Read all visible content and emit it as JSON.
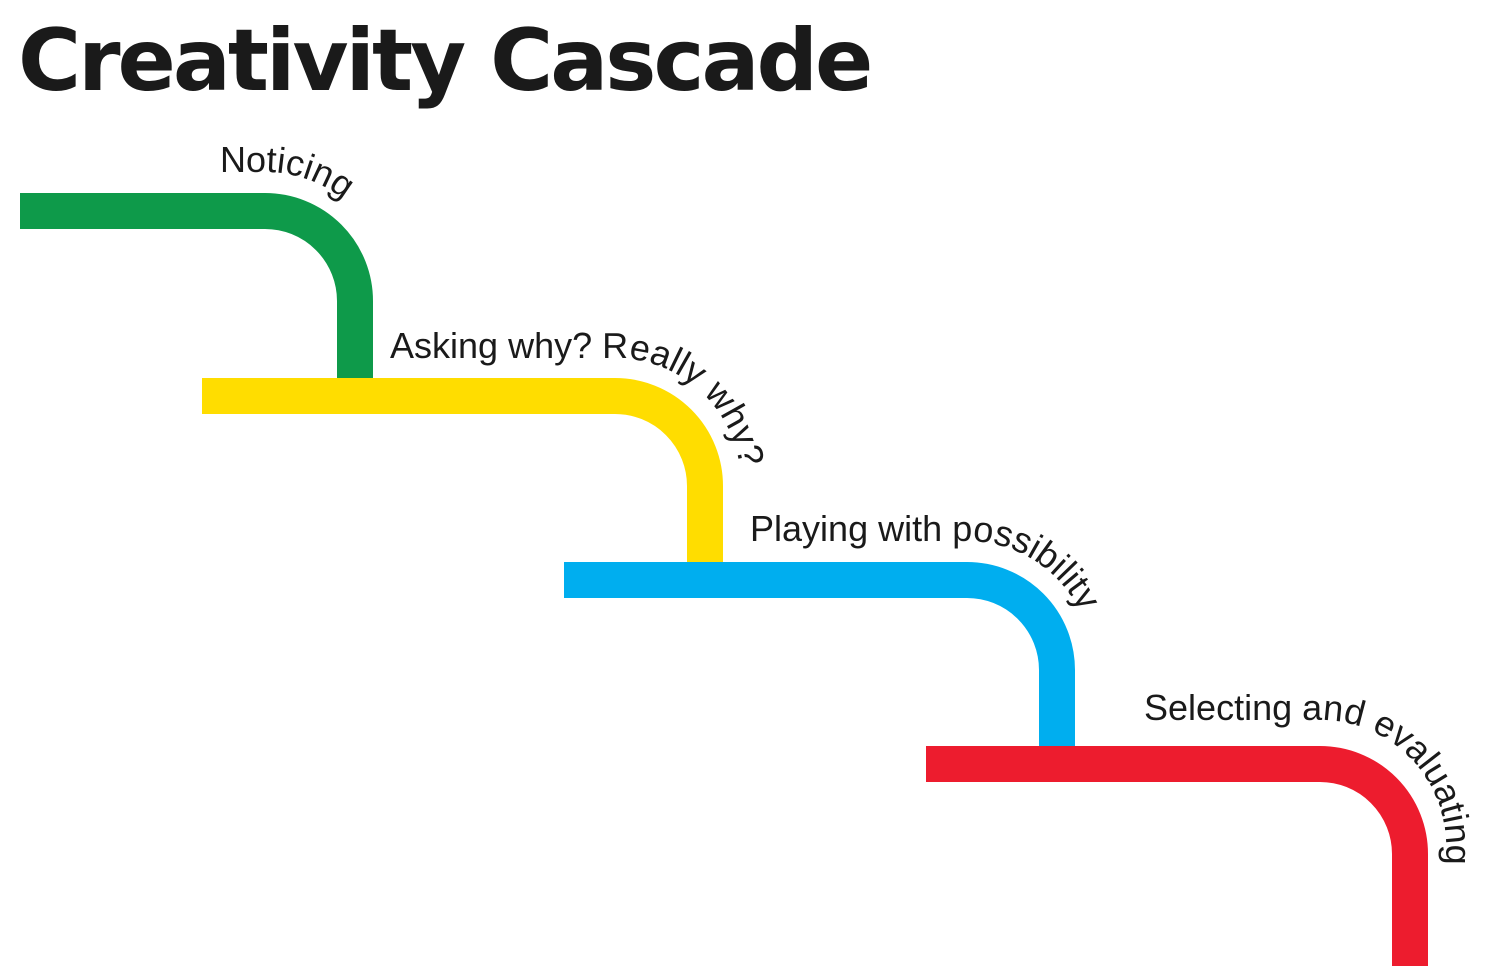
{
  "title": "Creativity Cascade",
  "stages": [
    {
      "label": "Noticing",
      "color": "#0E9A4A"
    },
    {
      "label": "Asking why? Really why?",
      "color": "#FFDD00"
    },
    {
      "label": "Playing with possibility",
      "color": "#00AEEF"
    },
    {
      "label": "Selecting and evaluating",
      "color": "#ED1C2E"
    }
  ]
}
